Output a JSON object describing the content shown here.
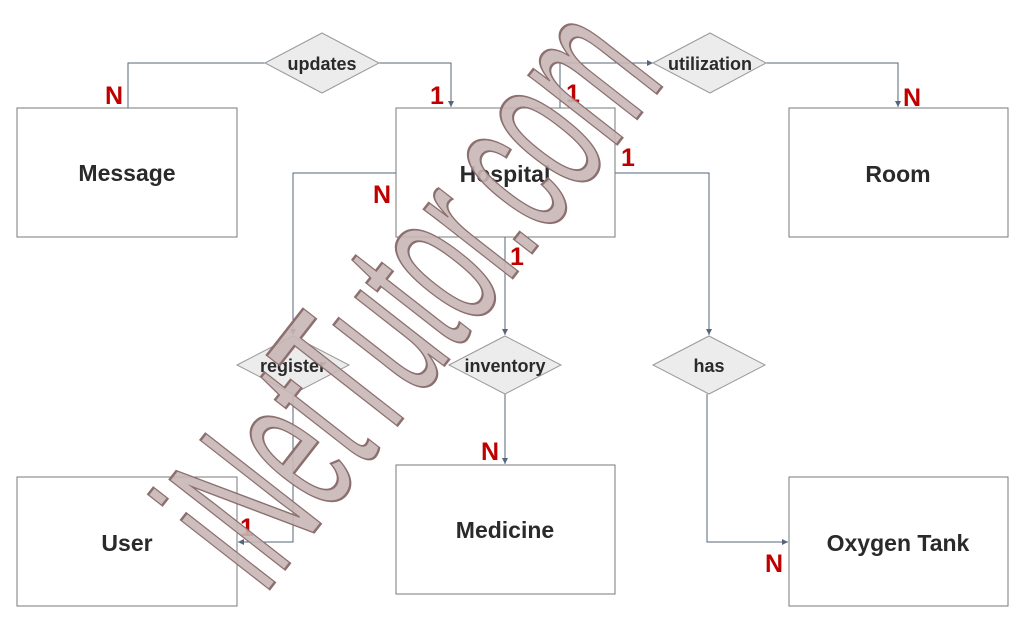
{
  "entities": {
    "message": "Message",
    "hospital": "Hospital",
    "room": "Room",
    "user": "User",
    "medicine": "Medicine",
    "oxygen_tank": "Oxygen Tank"
  },
  "relationships": {
    "updates": "updates",
    "utilization": "utilization",
    "register": "register",
    "inventory": "inventory",
    "has": "has"
  },
  "cardinalities": {
    "message_updates": "N",
    "hospital_updates": "1",
    "hospital_utilization": "1",
    "room_utilization": "N",
    "hospital_has": "1",
    "hospital_register": "N",
    "hospital_inventory": "1",
    "medicine_inventory": "N",
    "user_register": "1",
    "oxygen_tank_has": "N"
  },
  "watermark": "iNetTutor.com",
  "colors": {
    "cardinality": "#c00000",
    "connector": "#55657a",
    "watermark": "#c9b6b6"
  }
}
